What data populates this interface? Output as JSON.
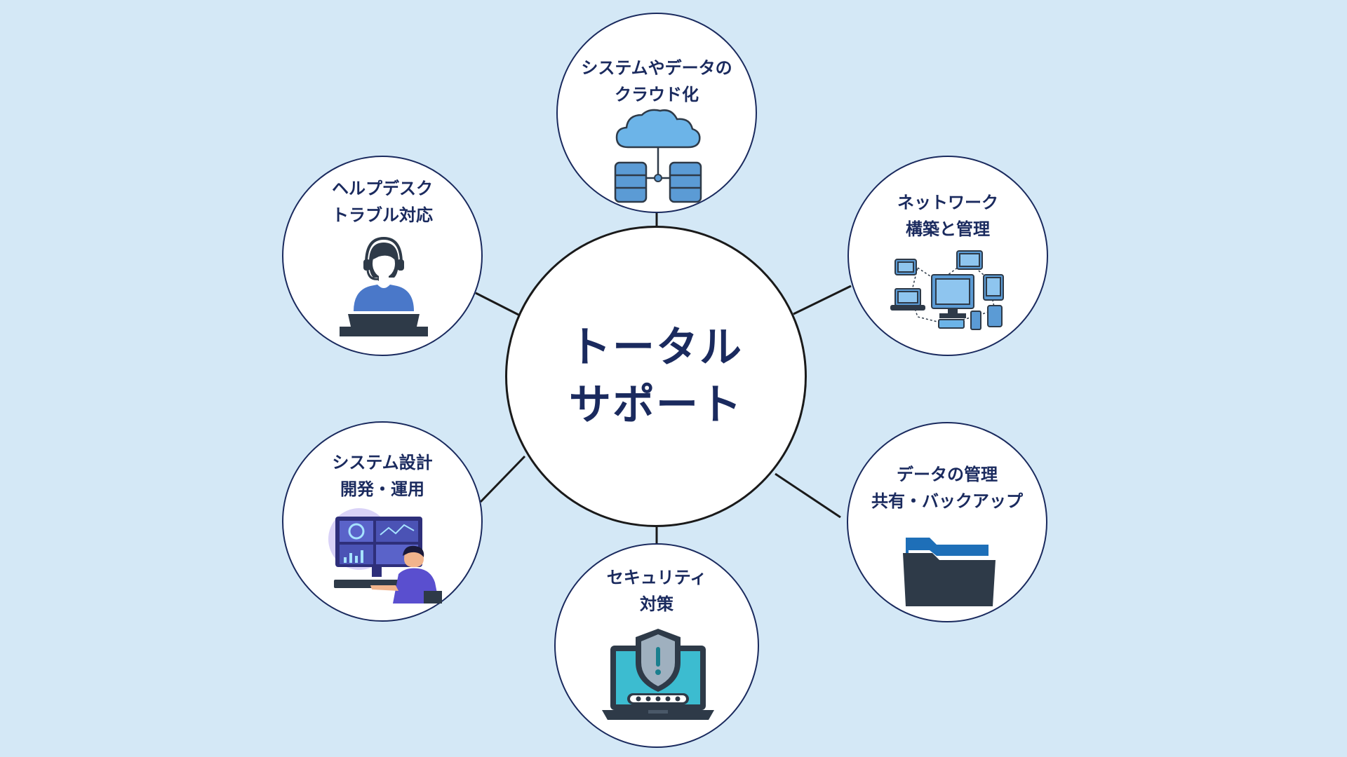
{
  "center": {
    "line1": "トータル",
    "line2": "サポート"
  },
  "nodes": {
    "cloud": {
      "line1": "システムやデータの",
      "line2": "クラウド化"
    },
    "network": {
      "line1": "ネットワーク",
      "line2": "構築と管理"
    },
    "data": {
      "line1": "データの管理",
      "line2": "共有・バックアップ"
    },
    "security": {
      "line1": "セキュリティ",
      "line2": "対策"
    },
    "system": {
      "line1": "システム設計",
      "line2": "開発・運用"
    },
    "helpdesk": {
      "line1": "ヘルプデスク",
      "line2": "トラブル対応"
    }
  },
  "icons": {
    "cloud": "cloud-database-icon",
    "network": "network-devices-icon",
    "data": "folder-icon",
    "security": "security-shield-laptop-icon",
    "system": "developer-workstation-icon",
    "helpdesk": "support-operator-icon"
  },
  "colors": {
    "background": "#d4e8f6",
    "text": "#1a2a5e",
    "accent_blue": "#5b9bd5",
    "folder_dark": "#2e3a48",
    "teal": "#3cbcd0"
  }
}
